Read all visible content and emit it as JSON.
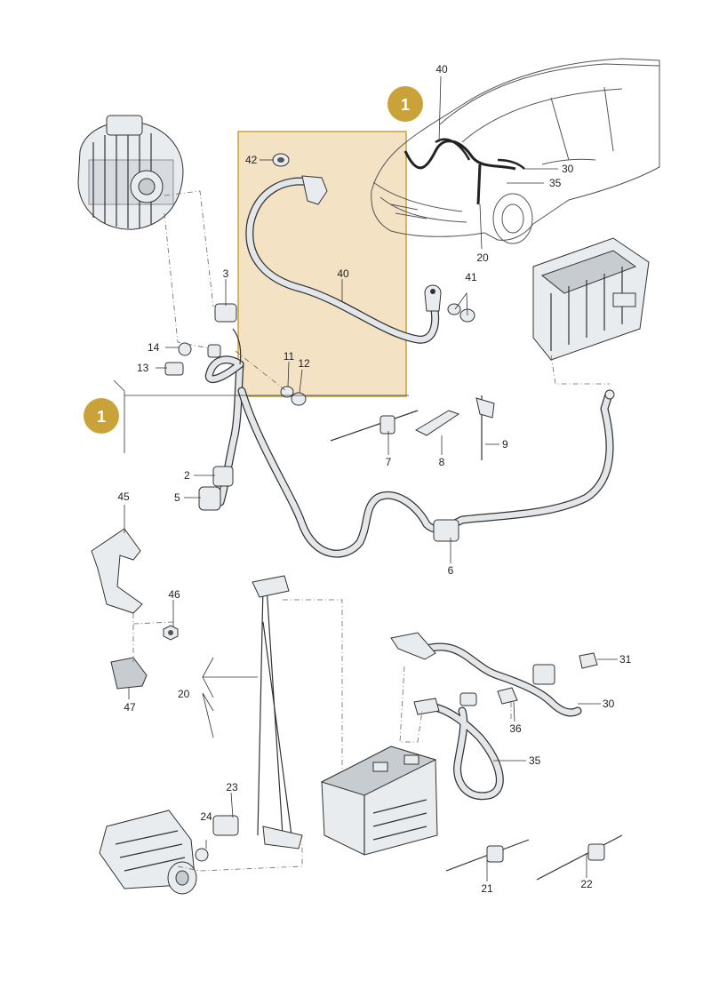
{
  "callouts": [
    "1",
    "1"
  ],
  "highlight_color": "#f3e2c4",
  "badge_color": "#c9a23a",
  "labels": {
    "p40a": "40",
    "p30a": "30",
    "p35a": "35",
    "p20a": "20",
    "p42": "42",
    "p40": "40",
    "p41": "41",
    "p3": "3",
    "p14": "14",
    "p13": "13",
    "p11": "11",
    "p12": "12",
    "p2": "2",
    "p5": "5",
    "p7": "7",
    "p8": "8",
    "p9": "9",
    "p6": "6",
    "p45": "45",
    "p46": "46",
    "p47": "47",
    "p20": "20",
    "p23": "23",
    "p24": "24",
    "p31": "31",
    "p30": "30",
    "p36": "36",
    "p35": "35",
    "p21": "21",
    "p22": "22"
  }
}
